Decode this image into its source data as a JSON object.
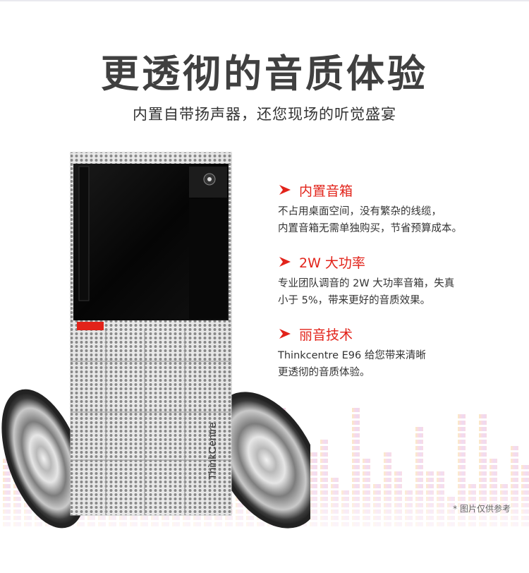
{
  "header": {
    "title": "更透彻的音质体验",
    "subtitle": "内置自带扬声器，还您现场的听觉盛宴"
  },
  "product": {
    "logo_text": "ThinkCentre"
  },
  "features": [
    {
      "icon": "arrow-right-icon",
      "title": "内置音箱",
      "lines": [
        "不占用桌面空间，没有繁杂的线缆，",
        "内置音箱无需单独购买，节省预算成本。"
      ]
    },
    {
      "icon": "arrow-right-icon",
      "title": "2W 大功率",
      "lines": [
        "专业团队调音的 2W 大功率音箱，失真",
        "小于 5%，带来更好的音质效果。"
      ]
    },
    {
      "icon": "arrow-right-icon",
      "title": "丽音技术",
      "lines": [
        "Thinkcentre E96 给您带来清晰",
        "更透彻的音质体验。"
      ]
    }
  ],
  "footnote": "* 图片仅供参考",
  "colors": {
    "accent": "#e2231a",
    "headline": "#404040",
    "text": "#333333"
  }
}
